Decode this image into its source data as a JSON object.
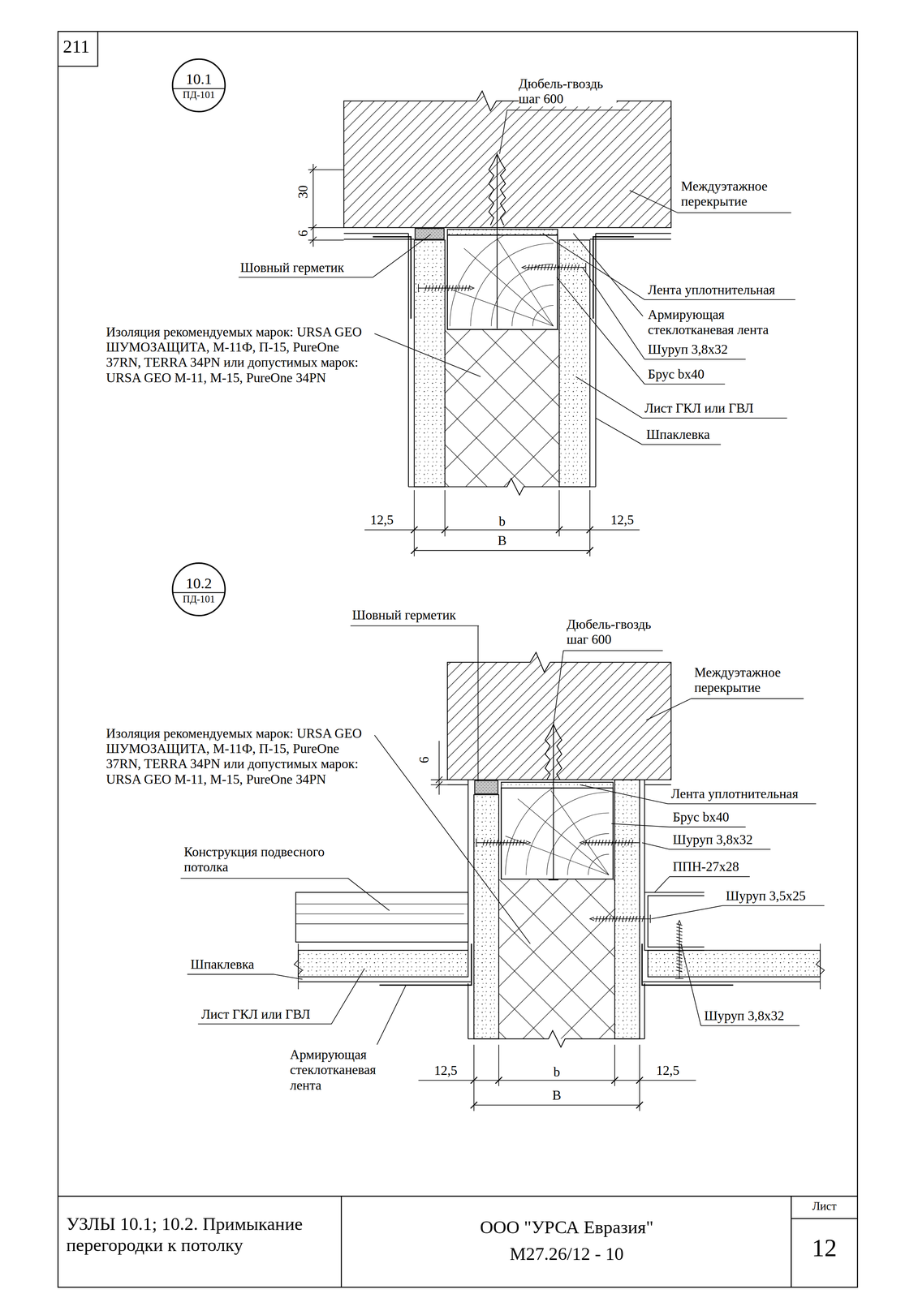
{
  "diagram": {
    "title": "УЗЛЫ 10.1; 10.2. Примыкание перегородки к потолку",
    "nodes": [
      {
        "text": [
          "10.1",
          "ПД-101"
        ]
      },
      {
        "text": [
          "10.2",
          "ПД-101"
        ]
      }
    ],
    "labels": [
      "211",
      "Дюбель-гвоздь шаг 600",
      "Междуэтажное перекрытие",
      "30",
      "6",
      "Шовный герметик",
      "Лента уплотнительная",
      "Армирующая стеклотканевая лента",
      "Шуруп 3,8x32",
      "Брус bx40",
      "Лист ГКЛ или ГВЛ",
      "Шпаклевка",
      "Изоляция рекомендуемых марок: URSA GEO ШУМОЗАЩИТА, М-11Ф, П-15, PureOne 37RN, TERRA 34PN или допустимых марок: URSA GEO М-11, М-15, PureOne 34PN",
      "12,5",
      "b",
      "12,5",
      "B",
      "Шовный герметик",
      "Дюбель-гвоздь шаг 600",
      "Междуэтажное перекрытие",
      "6",
      "Изоляция рекомендуемых марок: URSA GEO ШУМОЗАЩИТА, М-11Ф, П-15, PureOne 37RN, TERRA 34PN или допустимых марок: URSA GEO М-11, М-15, PureOne 34PN",
      "Лента уплотнительная",
      "Брус bx40",
      "Шуруп 3,8x32",
      "Конструкция подвесного потолка",
      "ППН-27x28",
      "Шуруп 3,5x25",
      "Шпаклевка",
      "Лист ГКЛ или ГВЛ",
      "Шуруп 3,8x32",
      "Армирующая стеклотканевая лента",
      "12,5",
      "b",
      "12,5",
      "B",
      "ООО \"УРСА Евразия\"",
      "М27.26/12 - 10",
      "Лист",
      "12"
    ]
  }
}
